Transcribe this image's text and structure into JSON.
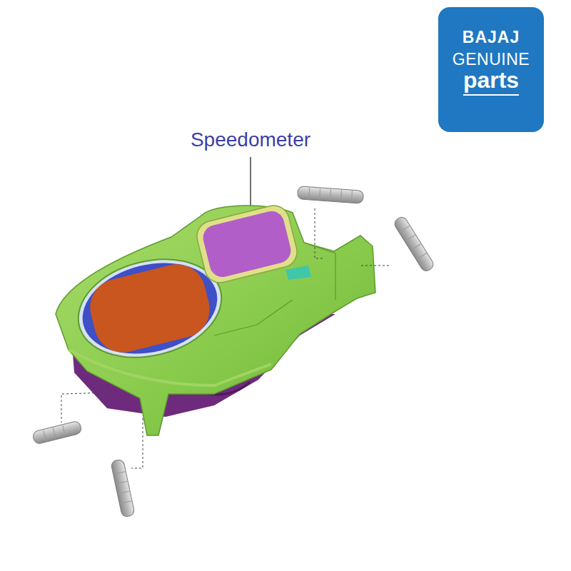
{
  "diagram": {
    "nodes": [
      {
        "text": [
          "BAJAJ",
          "GENUINE",
          "parts"
        ]
      }
    ],
    "labels": [
      "Speedometer"
    ]
  }
}
